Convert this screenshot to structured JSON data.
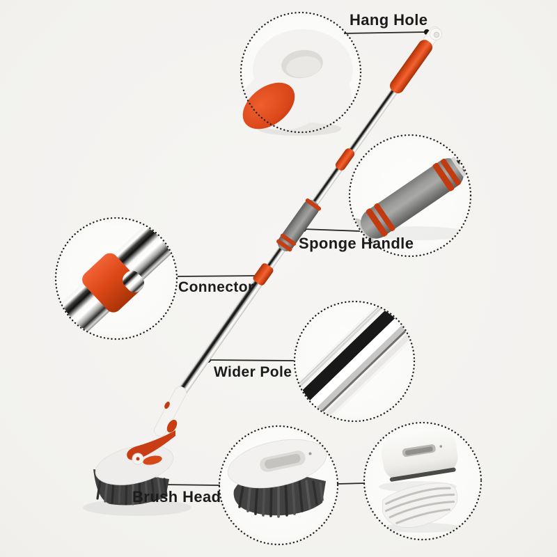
{
  "product": {
    "parts": [
      {
        "id": "hang-hole",
        "label": "Hang Hole"
      },
      {
        "id": "sponge-handle",
        "label": "Sponge Handle"
      },
      {
        "id": "connector",
        "label": "Connector"
      },
      {
        "id": "wider-pole",
        "label": "Wider Pole"
      },
      {
        "id": "brush-head",
        "label": "Brush Head"
      }
    ]
  },
  "colors": {
    "accent_orange": "#d9451a",
    "background": "#f2f1ee",
    "text": "#1b1b1b",
    "sponge_gray": "#8d8d8b",
    "bristle_dark": "#3f3f3f",
    "chrome_dark": "#161616"
  }
}
